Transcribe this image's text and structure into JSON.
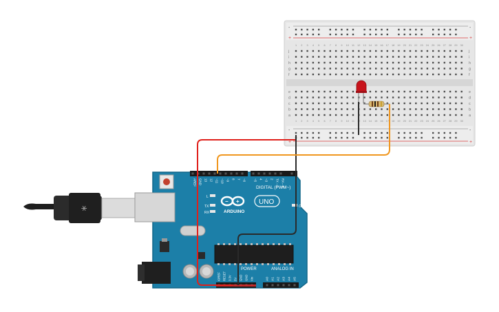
{
  "breadboard": {
    "rail_plus": "+",
    "rail_minus": "-",
    "row_letters_top": [
      "j",
      "i",
      "h",
      "g",
      "f"
    ],
    "row_letters_bottom": [
      "e",
      "d",
      "c",
      "b",
      "a"
    ],
    "column_count": 30
  },
  "arduino": {
    "brand": "ARDUINO",
    "model": "UNO",
    "digital_label": "DIGITAL (PWM~)",
    "power_label": "POWER",
    "analog_label": "ANALOG IN",
    "led_labels": [
      "L",
      "TX",
      "RX"
    ],
    "on_label": "ON",
    "top_header_pins": [
      "AREF",
      "GND",
      "13",
      "12",
      "~11",
      "~10",
      "~9",
      "8",
      "7",
      "~6",
      "~5",
      "4",
      "~3",
      "2",
      "TX→1",
      "RX←0"
    ],
    "power_pins": [
      "IOREF",
      "RESET",
      "3.3V",
      "5V",
      "GND",
      "GND",
      "Vin"
    ],
    "analog_pins": [
      "A0",
      "A1",
      "A2",
      "A3",
      "A4",
      "A5"
    ]
  },
  "wires": [
    {
      "name": "5V",
      "color": "#e0201b"
    },
    {
      "name": "GND",
      "color": "#2a2a2a"
    },
    {
      "name": "pin-13-signal",
      "color": "#f0961e"
    }
  ],
  "components": {
    "led_color": "#c8141c",
    "resistor_color": "#d8b870",
    "board_color": "#1c7fa8",
    "breadboard_color": "#e6e6e6"
  }
}
